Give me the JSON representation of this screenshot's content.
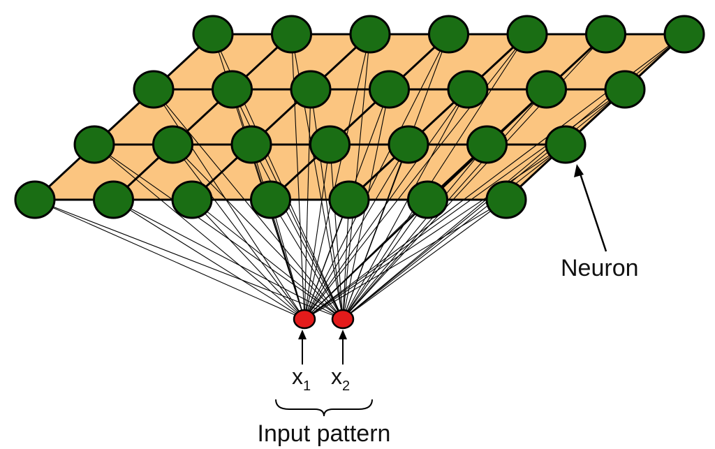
{
  "diagram": {
    "type": "self-organizing map lattice",
    "lattice": {
      "rows": 4,
      "columns": 7
    },
    "colors": {
      "plane": "#FBC580",
      "neuron": "#1A6E14",
      "input_node": "#E31B1B",
      "line": "#000000"
    },
    "labels": {
      "neuron": "Neuron",
      "input_pattern": "Input pattern",
      "x1_base": "x",
      "x1_sub": "1",
      "x2_base": "x",
      "x2_sub": "2"
    }
  }
}
